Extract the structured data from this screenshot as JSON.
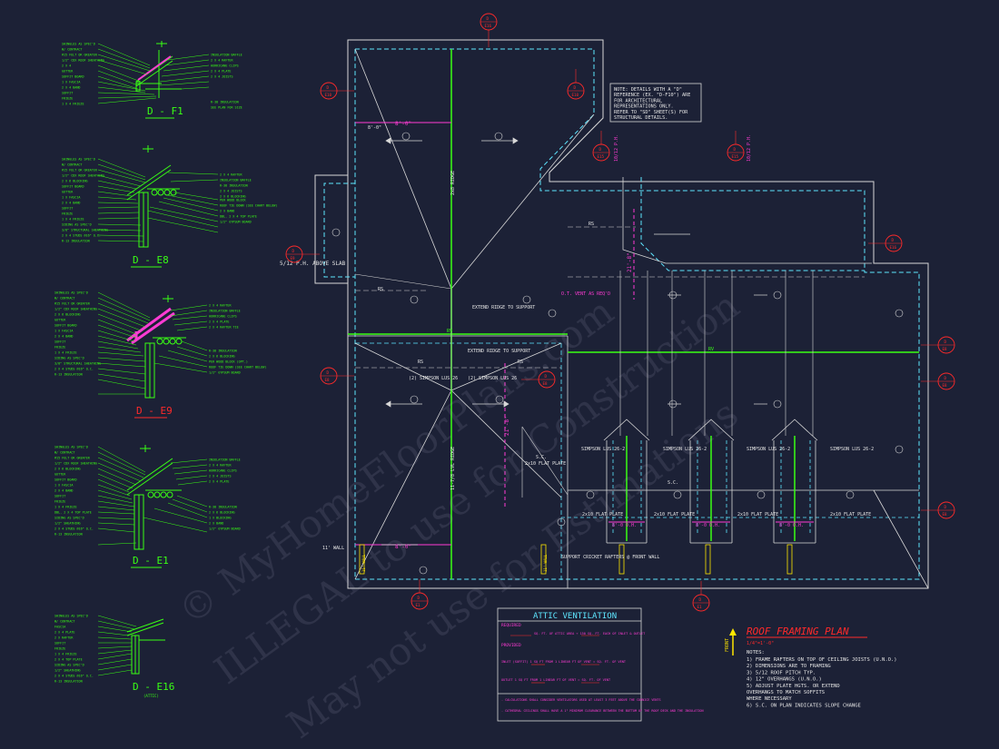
{
  "details": [
    {
      "id": "d1",
      "title": "D - F1",
      "labels": [
        "SHINGLES AS SPEC'D",
        "W/ CONTRACT",
        "#15 FELT OR GREATER",
        "1/2\" CDX ROOF SHEATHING",
        "2 X 4",
        "GUTTER",
        "SOFFIT BOARD",
        "1 X FASCIA",
        "2 X 4 BAND",
        "SOFFIT",
        "FRIEZE",
        "1 X 4 FRIEZE"
      ],
      "right": [
        "INSULATION BAFFLE",
        "2 X 4 RAFTER",
        "HURRICANE CLIPS",
        "2 X 4 PLATE",
        "2 X 4 JOISTS",
        "R-38 INSULATION",
        "SEE PLAN FOR SIZE"
      ]
    },
    {
      "id": "d2",
      "title": "D - E8",
      "labels": [
        "SHINGLES AS SPEC'D",
        "W/ CONTRACT",
        "#15 FELT OR GREATER",
        "1/2\" CDX ROOF SHEATHING",
        "2 X 6 BLOCKING",
        "SOFFIT BOARD",
        "GUTTER",
        "1 X FASCIA",
        "2 X 4 BAND",
        "SOFFIT",
        "FRIEZE",
        "1 X 4 FRIEZE",
        "SIDING AS SPEC'D",
        "3/8\" STRUCTURAL SHEATHING",
        "2 X 4 STUDS @16\" O.C.",
        "R-13 INSULATION"
      ],
      "right": [
        "2 X 4 RAFTER",
        "INSULATION BAFFLE",
        "R-38 INSULATION",
        "2 X 4 JOISTS",
        "2 X 6 BLOCKING",
        "PER WOOD BLOCK",
        "ROOF TIE DOWN (SEE CHART BELOW)",
        "2 X BAND",
        "DBL. 2 X 4 TOP PLATE",
        "1/2\" GYPSUM BOARD"
      ]
    },
    {
      "id": "d3",
      "title": "D - E9",
      "labels": [
        "SHINGLES AS SPEC'D",
        "W/ CONTRACT",
        "#15 FELT OR GREATER",
        "1/2\" CDX ROOF SHEATHING",
        "2 X 6 BLOCKING",
        "GUTTER",
        "SOFFIT BOARD",
        "1 X FASCIA",
        "2 X 4 BAND",
        "SOFFIT",
        "FRIEZE",
        "1 X 4 FRIEZE",
        "SIDING AS SPEC'D",
        "3/8\" STRUCTURAL SHEATHING",
        "2 X 4 STUDS @16\" O.C.",
        "R-13 INSULATION"
      ],
      "right": [
        "2 X 4 RAFTER",
        "INSULATION BAFFLE",
        "HURRICANE CLIPS",
        "2 X 4 PLATE",
        "2 X 4 RAFTER TIE",
        "R-38 INSULATION",
        "2 X 6 BLOCKING",
        "PER WOOD BLOCK (OPT.)",
        "ROOF TIE DOWN (SEE CHART BELOW)",
        "1/2\" GYPSUM BOARD"
      ]
    },
    {
      "id": "d4",
      "title": "D - E1",
      "labels": [
        "SHINGLES AS SPEC'D",
        "W/ CONTRACT",
        "#15 FELT OR GREATER",
        "1/2\" CDX ROOF SHEATHING",
        "2 X 6 BLOCKING",
        "GUTTER",
        "SOFFIT BOARD",
        "1 X FASCIA",
        "2 X 4 BAND",
        "SOFFIT",
        "FRIEZE",
        "1 X 4 FRIEZE",
        "DBL. 2 X 4 TOP PLATE",
        "SIDING AS SPEC'D",
        "1/2\" SHEATHING",
        "2 X 4 STUDS @16\" O.C.",
        "R-13 INSULATION"
      ],
      "right": [
        "INSULATION BAFFLE",
        "2 X 4 RAFTER",
        "HURRICANE CLIPS",
        "2 X 4 JOISTS",
        "2 X 4 PLATE",
        "R-38 INSULATION",
        "2 X 6 BLOCKING",
        "1 X BLOCKING",
        "2 X BAND",
        "1/2\" GYPSUM BOARD"
      ]
    },
    {
      "id": "d5",
      "title": "D - E16",
      "sub": "(ATTIC)",
      "labels": [
        "SHINGLES AS SPEC'D",
        "W/ CONTRACT",
        "FASCIA",
        "2 X 4 PLATE",
        "2 X RAFTER",
        "SOFFIT",
        "FRIEZE",
        "1 X 4 FRIEZE",
        "2 X 4 TOP PLATE",
        "SIDING AS SPEC'D",
        "1/2\" SHEATHING",
        "2 X 4 STUDS @16\" O.C.",
        "R-13 INSULATION"
      ],
      "right": []
    }
  ],
  "note_box": [
    "NOTE: DETAILS WITH A \"D\"",
    "REFERENCE (EX. \"D-F10\") ARE",
    "FOR ARCHITECTURAL",
    "REPRESENTATIONS ONLY.",
    "REFER TO \"SD\" SHEET(S) FOR",
    "STRUCTURAL DETAILS."
  ],
  "callouts": [
    {
      "id": "E16a",
      "top": "D",
      "bot": "E16"
    },
    {
      "id": "E10a",
      "top": "D",
      "bot": "E10"
    },
    {
      "id": "E10b",
      "top": "D",
      "bot": "E10"
    },
    {
      "id": "E15a",
      "top": "D",
      "bot": "E15"
    },
    {
      "id": "E15b",
      "top": "D",
      "bot": "E15"
    },
    {
      "id": "E9a",
      "top": "D",
      "bot": "E9"
    },
    {
      "id": "E16b",
      "top": "D",
      "bot": "E16"
    },
    {
      "id": "E8a",
      "top": "D",
      "bot": "E8"
    },
    {
      "id": "E8b",
      "top": "D",
      "bot": "E8"
    },
    {
      "id": "E8c",
      "top": "D",
      "bot": "E8"
    },
    {
      "id": "E8d",
      "top": "D",
      "bot": "E8"
    },
    {
      "id": "E8e",
      "top": "D",
      "bot": "E8"
    },
    {
      "id": "E1a",
      "top": "D",
      "bot": "E1"
    },
    {
      "id": "E1b",
      "top": "D",
      "bot": "E1"
    },
    {
      "id": "E16c",
      "top": "D",
      "bot": "E16"
    },
    {
      "id": "E8f",
      "top": "D",
      "bot": "E8"
    }
  ],
  "plan_labels": {
    "ridge1": "2x8 RIDGE",
    "ridge2": "11-7/8 LVL RIDGE",
    "dim1": "8'-0\"",
    "dim2": "8'-0\"",
    "dim3": "21'-8\"",
    "dim4": "10'-3\"",
    "extend1": "EXTEND RIDGE TO SUPPORT",
    "extend2": "EXTEND RIDGE TO SUPPORT",
    "vent": "O.T. VENT AS REQ'D",
    "simpson1": "(2) SIMPSON LUS 26",
    "simpson2": "(2) SIMPSON LUS 26",
    "slab": "5/12 P.H. ABOVE SLAB",
    "support": "SUPPORT CRICKET RAFTERS @ FRONT WALL",
    "wall1": "11' WALL",
    "wall2": "11' WALL",
    "wall3": "11' WALL",
    "fh1": "10/12 P.H.",
    "fh2": "10/12 P.H.",
    "simpsonA": "SIMPSON LUS 26-2",
    "simpsonB": "SIMPSON LUS 26-2",
    "simpsonC": "SIMPSON LUS 26-2",
    "simpsonD": "SIMPSON LUS 26-2",
    "plate1": "2x10 FLAT PLATE",
    "plate2": "2x10 FLAT PLATE",
    "plate3": "2x10 FLAT PLATE",
    "plate4": "2x10 FLAT PLATE",
    "plate5": "2x10 FLAT PLATE",
    "sc": "S.C.",
    "sc2": "S.C.",
    "oh1": "8'-0 O.H.",
    "oh2": "8'-0 O.H.",
    "oh3": "8'-0 O.H.",
    "rv": "RV",
    "rs": "RS"
  },
  "attic": {
    "title": "ATTIC VENTILATION",
    "required": "REQUIRED",
    "req_line": "SQ. FT. OF ATTIC AREA ÷ 150 SQ. FT. EACH OF INLET & OUTLET",
    "provided": "PROVIDED",
    "inlet": "INLET (SOFFIT) 1 SQ FT FROM 1 LINEAR FT OF VENT = SQ. FT. OF VENT",
    "outlet": "OUTLET 1 SQ FT FROM 1 LINEAR FT OF VENT = SQ. FT. OF VENT",
    "note1": "- CALCULATIONS SHALL CONSIDER VENTILATORS USED AT LEAST 3 FEET ABOVE THE CORNICE VENTS",
    "note2": "- CATHEDRAL CEILINGS SHALL HAVE A 1\" MINIMUM CLEARANCE BETWEEN THE BOTTOM OF THE ROOF DECK AND THE INSULATION"
  },
  "roof_plan": {
    "front": "FRONT",
    "title": "ROOF FRAMING PLAN",
    "scale": "1/4\"=1'-0\"",
    "notes_head": "NOTES:",
    "notes": [
      "1) FRAME RAFTERS ON TOP OF CEILING JOISTS (U.N.O.)",
      "2) DIMENSIONS ARE TO FRAMING",
      "3) 5/12 ROOF PITCH TYP.",
      "4) 12\" OVERHANGS (U.N.O.)",
      "5) ADJUST PLATE HGTS. OR EXTEND",
      "   OVERHANGS TO MATCH SOFFITS",
      "   WHERE NECESSARY",
      "6) S.C. ON PLAN INDICATES SLOPE CHANGE"
    ]
  },
  "watermark": [
    "© MyHomeFloorPlans.com",
    "ILLEGAL to use for Construction",
    "May not use for Estimations"
  ],
  "colors": {
    "bg": "#1c2136",
    "green": "#39ff14",
    "magenta": "#ff3bd4",
    "red": "#ff2a2a",
    "cyan": "#5ee6ff",
    "white": "#e6e6e6",
    "yellow": "#ffe600"
  }
}
